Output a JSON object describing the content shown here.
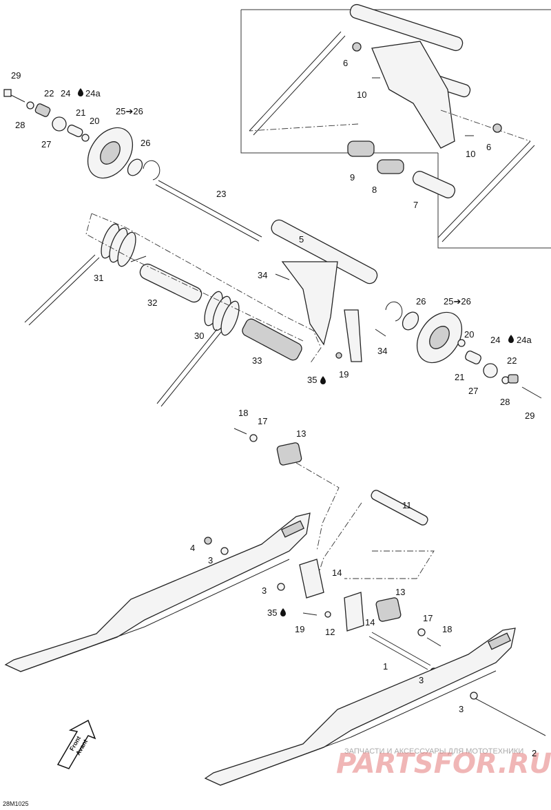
{
  "diagram_code": "28M1025",
  "front_label": [
    "Front",
    "Avant"
  ],
  "watermark": {
    "line1": "ЗАПЧАСТИ И АКСЕССУАРЫ ДЛЯ МОТОТЕХНИКИ",
    "line2": "PARTSFOR.RU"
  },
  "callouts": {
    "c29a": "29",
    "c22a": "22",
    "c24a": "24",
    "c24aa": "24a",
    "c21a": "21",
    "c28a": "28",
    "c20a": "20",
    "c2526a": "25➔26",
    "c27a": "27",
    "c26a": "26",
    "c23": "23",
    "c6a": "6",
    "c10a": "10",
    "c10b": "10",
    "c6b": "6",
    "c9": "9",
    "c8": "8",
    "c7": "7",
    "c5": "5",
    "c31": "31",
    "c34a": "34",
    "c32": "32",
    "c30": "30",
    "c33": "33",
    "c35a": "35",
    "c19a": "19",
    "c34b": "34",
    "c26b": "26",
    "c2526b": "25➔26",
    "c20b": "20",
    "c24b": "24",
    "c24ab": "24a",
    "c22b": "22",
    "c21b": "21",
    "c27b": "27",
    "c28b": "28",
    "c29b": "29",
    "c18a": "18",
    "c17a": "17",
    "c13a": "13",
    "c11": "11",
    "c4": "4",
    "c3a": "3",
    "c14a": "14",
    "c3b": "3",
    "c13b": "13",
    "c35b": "35",
    "c19b": "19",
    "c12": "12",
    "c14b": "14",
    "c17b": "17",
    "c18b": "18",
    "c1": "1",
    "c3c": "3",
    "c3d": "3",
    "c2": "2"
  }
}
